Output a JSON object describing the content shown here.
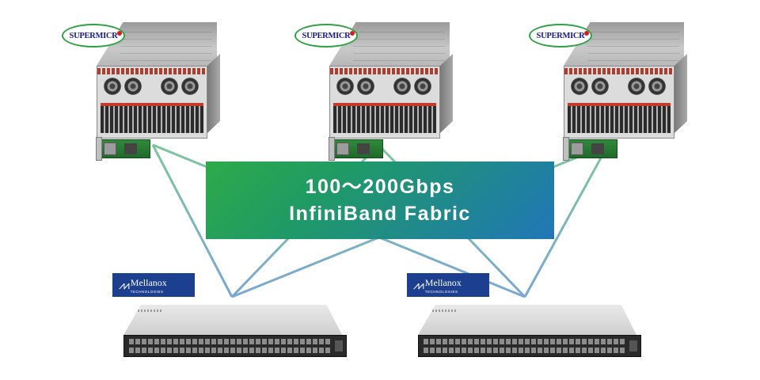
{
  "fabric": {
    "line1": "100〜200Gbps",
    "line2": "InfiniBand Fabric"
  },
  "servers": [
    {
      "logo_text": "SUPERMICR"
    },
    {
      "logo_text": "SUPERMICR"
    },
    {
      "logo_text": "SUPERMICR"
    }
  ],
  "switches": [
    {
      "logo_text": "Mellanox",
      "logo_sub": "TECHNOLOGIES"
    },
    {
      "logo_text": "Mellanox",
      "logo_sub": "TECHNOLOGIES"
    }
  ],
  "colors": {
    "link_green": "#7cc79a",
    "link_blue": "#7aa6d6",
    "fabric_green": "#2eaa4a",
    "fabric_blue": "#2176b8",
    "supermicro_green": "#2ea043",
    "mellanox_blue": "#1d3f8f"
  }
}
